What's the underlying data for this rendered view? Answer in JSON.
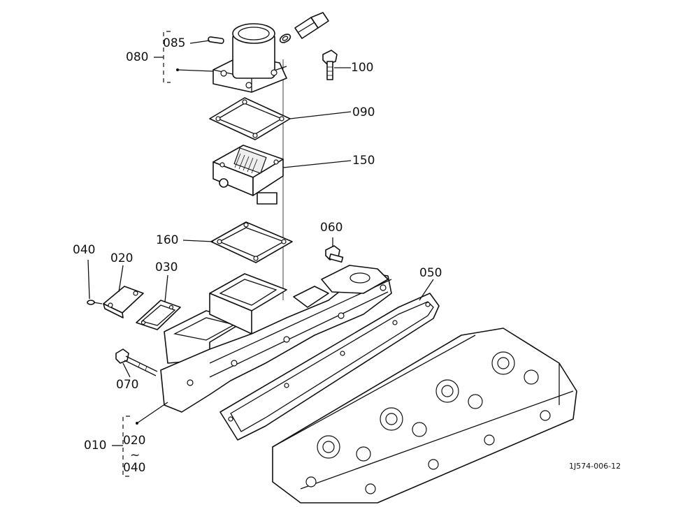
{
  "labels": {
    "l010": "010",
    "l020a": "020",
    "l020b": "020",
    "l030": "030",
    "l040a": "040",
    "l040b": "040",
    "l050": "050",
    "l060": "060",
    "l070": "070",
    "l080": "080",
    "l085": "085",
    "l090": "090",
    "l100": "100",
    "l150": "150",
    "l160": "160",
    "tilde": "~"
  },
  "figure_ref": "1J574-006-12"
}
